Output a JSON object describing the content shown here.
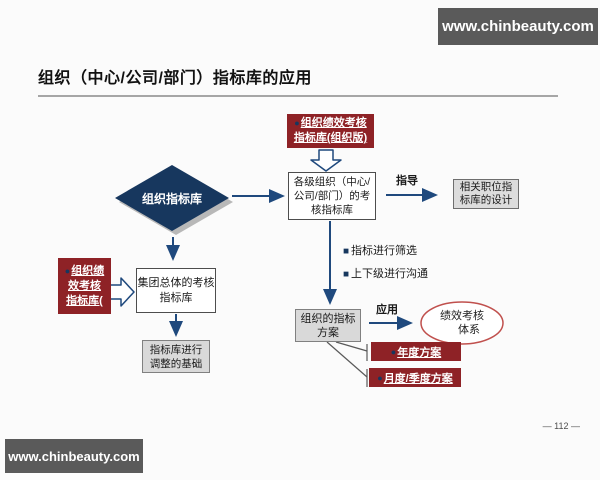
{
  "watermark": {
    "text": "www.chinbeauty.com"
  },
  "title": "组织（中心/公司/部门）指标库的应用",
  "icons": {
    "bullet": "●",
    "square_bullet": "■"
  },
  "colors": {
    "box_red": "#8e2226",
    "diamond_navy": "#17375e",
    "arrow_blue": "#1f497d",
    "ellipse_outline_red": "#c0504d",
    "gray_fill": "#d9d9d9",
    "watermark_gray": "#5a5a5a"
  },
  "nodes": {
    "top_kpi_box": {
      "lines": [
        "组织绩效考核",
        "指标库(组织版)"
      ]
    },
    "diamond": {
      "label": "组织指标库"
    },
    "org_box": {
      "lines": [
        "各级组织（中心/",
        "公司/部门）的考",
        "核指标库"
      ]
    },
    "position_box": {
      "lines": [
        "相关职位指",
        "标库的设计"
      ]
    },
    "left_kpi_box": {
      "lines": [
        "组织绩",
        "效考核",
        "指标库("
      ]
    },
    "group_box": {
      "lines": [
        "集团总体的考核",
        "指标库"
      ]
    },
    "basis_box": {
      "lines": [
        "指标库进行",
        "调整的基础"
      ]
    },
    "plan_box": {
      "lines": [
        "组织的指标",
        "方案"
      ]
    },
    "ellipse": {
      "lines": [
        "绩效考核",
        "体系"
      ]
    },
    "annual_box": {
      "label": "年度方案"
    },
    "monthly_box": {
      "label": "月度/季度方案"
    }
  },
  "labels": {
    "guide": "指导",
    "apply": "应用",
    "bullet_items": [
      "指标进行筛选",
      "上下级进行沟通"
    ]
  },
  "page_number": "— 112 —"
}
